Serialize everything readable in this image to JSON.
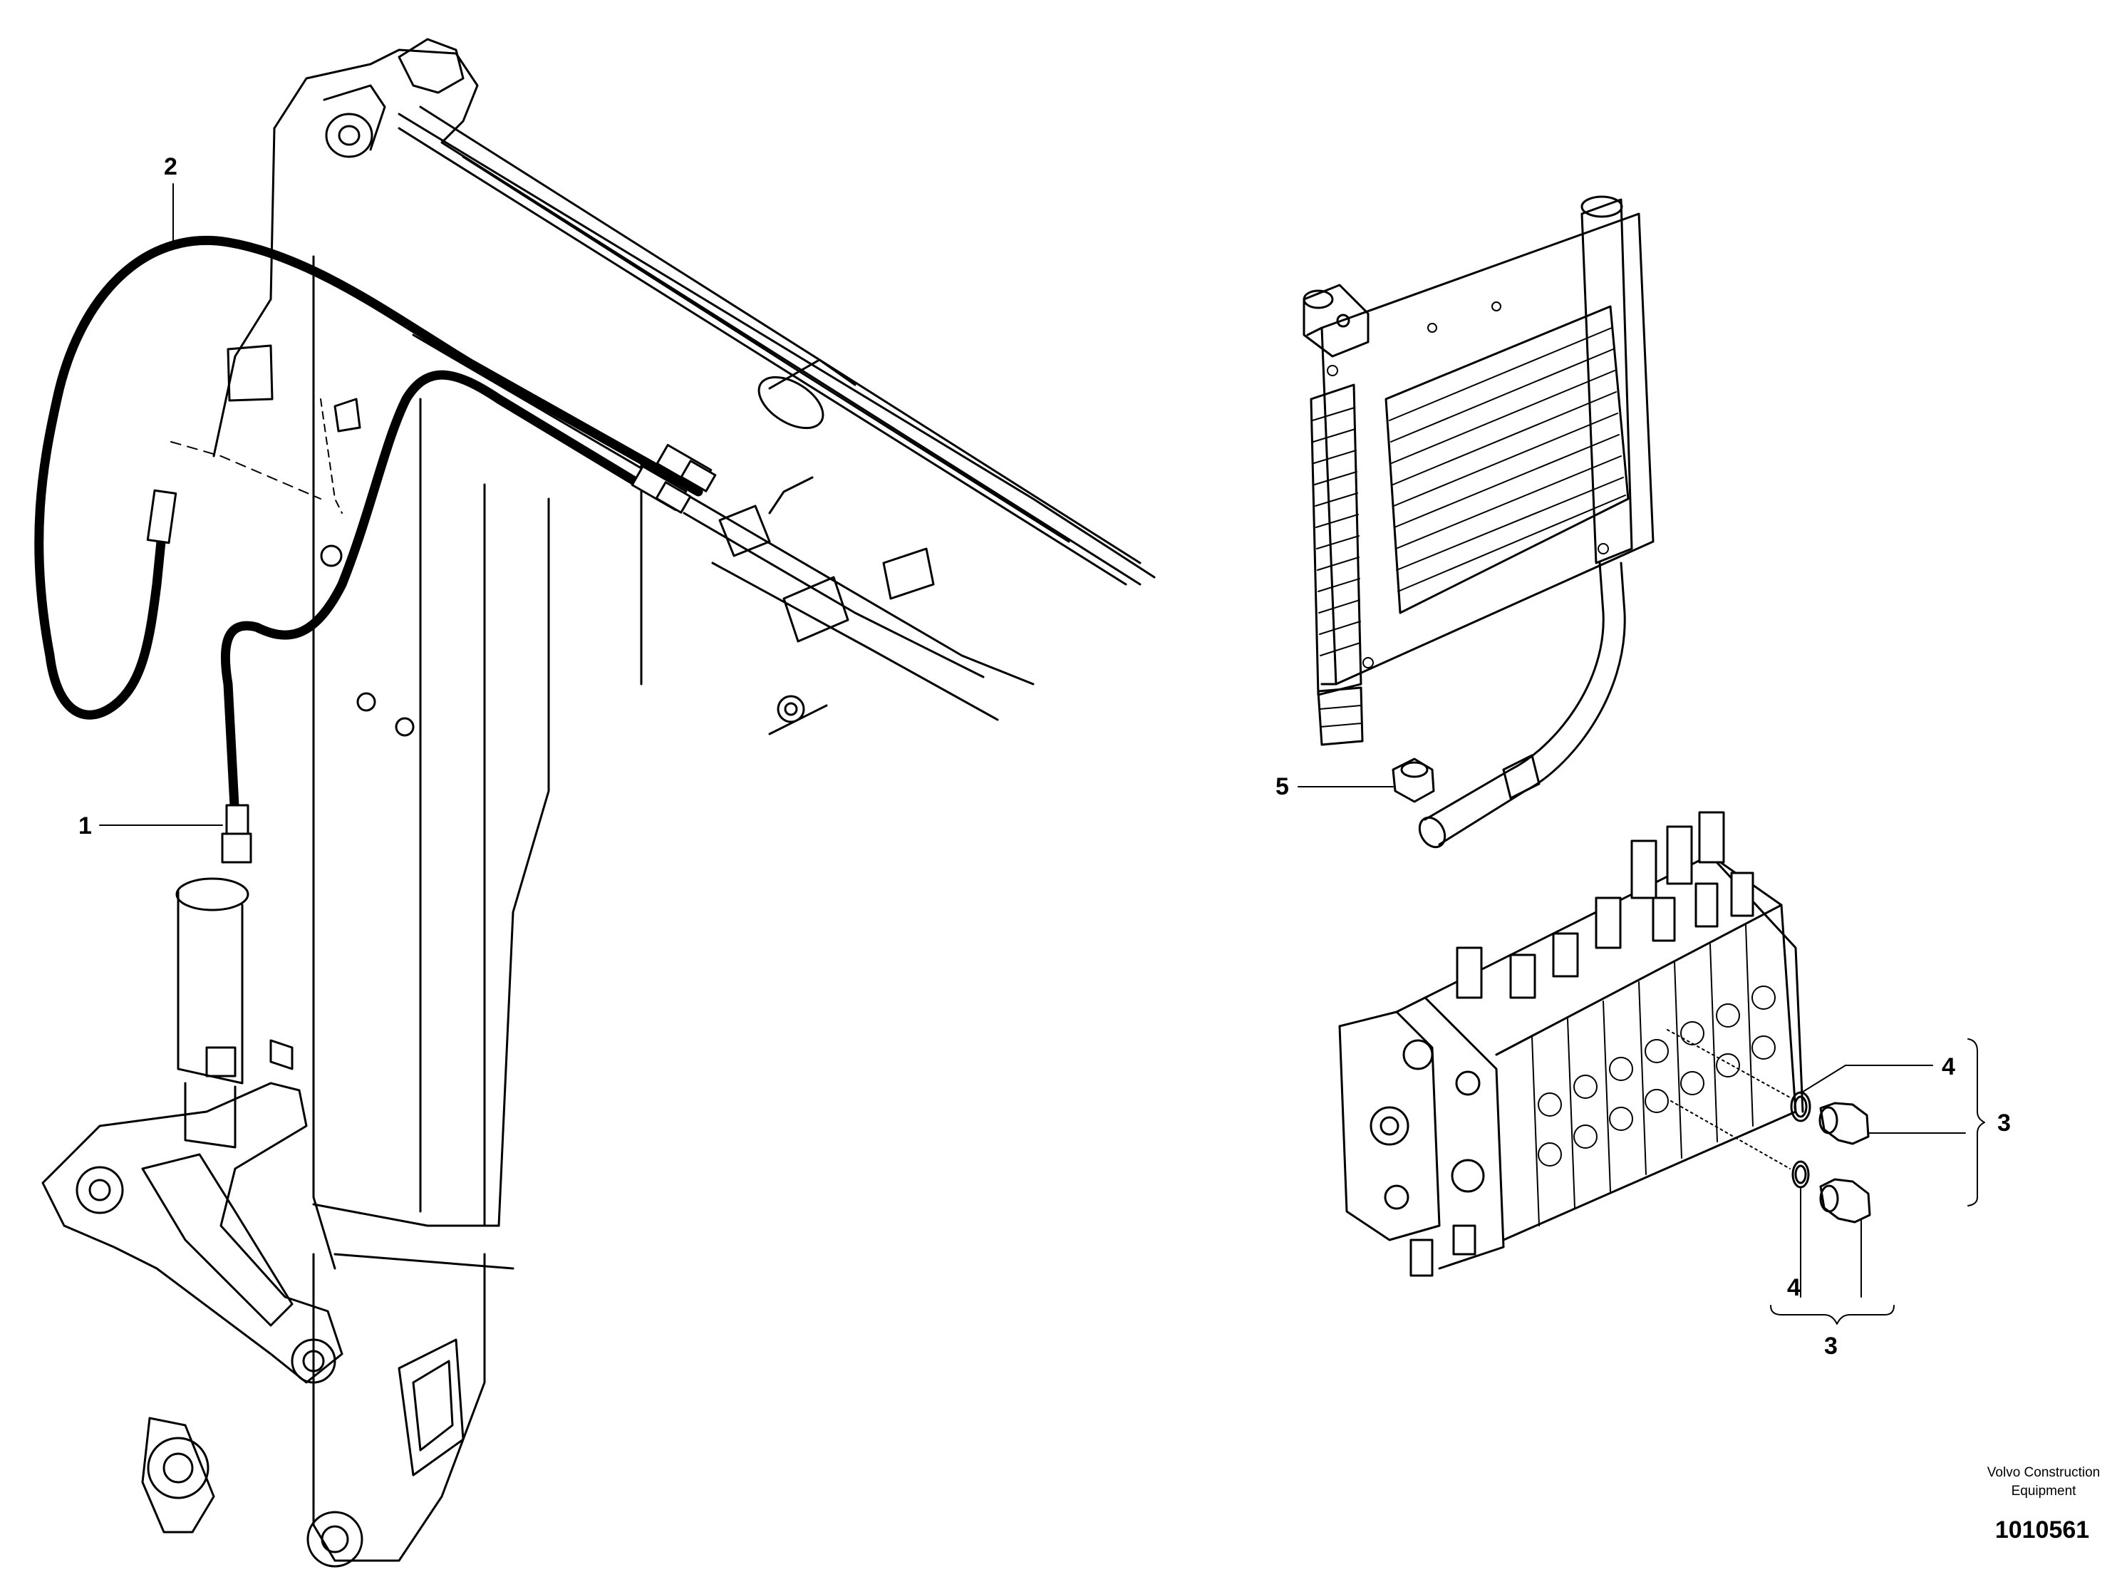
{
  "callouts": {
    "c1": "1",
    "c2": "2",
    "c3a": "3",
    "c3b": "3",
    "c4a": "4",
    "c4b": "4",
    "c5": "5"
  },
  "footer": {
    "publisher_line1": "Volvo Construction",
    "publisher_line2": "Equipment",
    "document_number": "1010561"
  }
}
